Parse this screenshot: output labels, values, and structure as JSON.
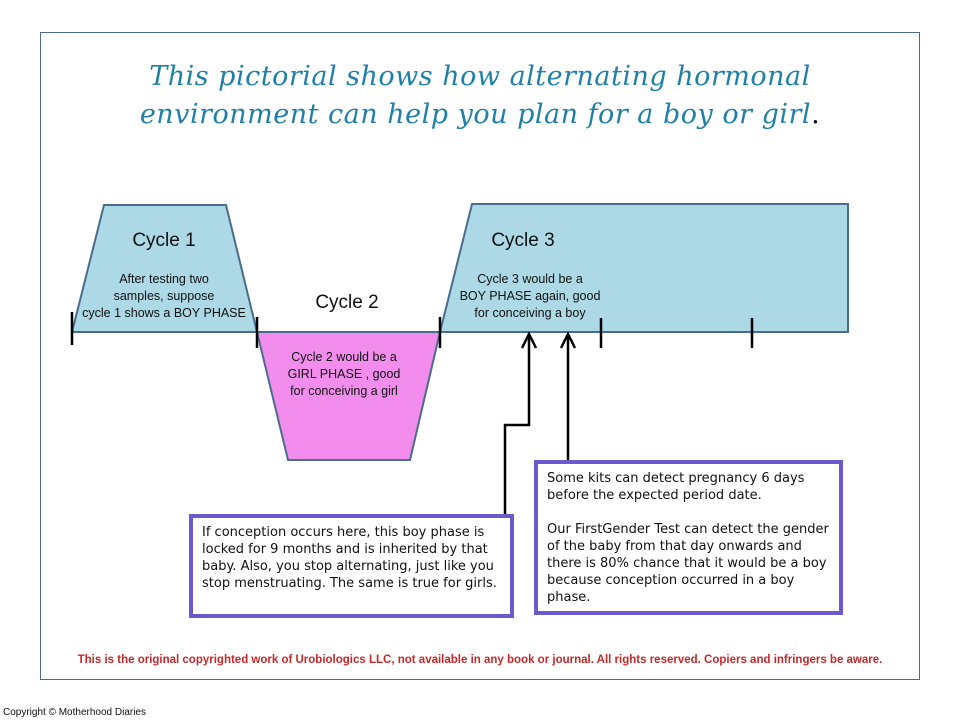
{
  "title": {
    "line1": "This pictorial shows how alternating hormonal",
    "line2": "environment can help you plan for a boy or girl",
    "end": "."
  },
  "cycles": [
    {
      "label": "Cycle 1",
      "lines": [
        "After testing two",
        "samples, suppose",
        "cycle 1 shows a BOY PHASE"
      ],
      "phase": "BOY PHASE"
    },
    {
      "label": "Cycle 2",
      "lines": [
        "Cycle 2 would be a",
        "GIRL PHASE , good",
        "for conceiving a girl"
      ],
      "phase": "GIRL PHASE"
    },
    {
      "label": "Cycle 3",
      "lines": [
        "Cycle 3 would be a",
        "BOY PHASE again, good",
        "for conceiving a boy"
      ],
      "phase": "BOY PHASE"
    }
  ],
  "notes": {
    "conception": "If conception occurs here, this boy phase is locked for 9 months and is inherited by that baby. Also, you stop alternating, just like you stop menstruating. The same is true for girls.",
    "kits_p1": "Some kits can detect pregnancy 6 days before the expected period date.",
    "kits_p2": "Our FirstGender Test can detect the gender of the baby from that day onwards and there is 80% chance that it would be a boy because conception occurred in a boy phase."
  },
  "copyright_notice": "This is the original copyrighted work of Urobiologics LLC, not available in any book or journal. All rights reserved. Copiers and infringers be aware.",
  "footer": "Copyright © Motherhood Diaries",
  "colors": {
    "boy_phase": "#add8e6",
    "girl_phase": "#f28ded",
    "outline": "#4a6d8c",
    "box_border": "#6a5acd",
    "notice": "#c62828",
    "title": "#1f7fa8"
  }
}
